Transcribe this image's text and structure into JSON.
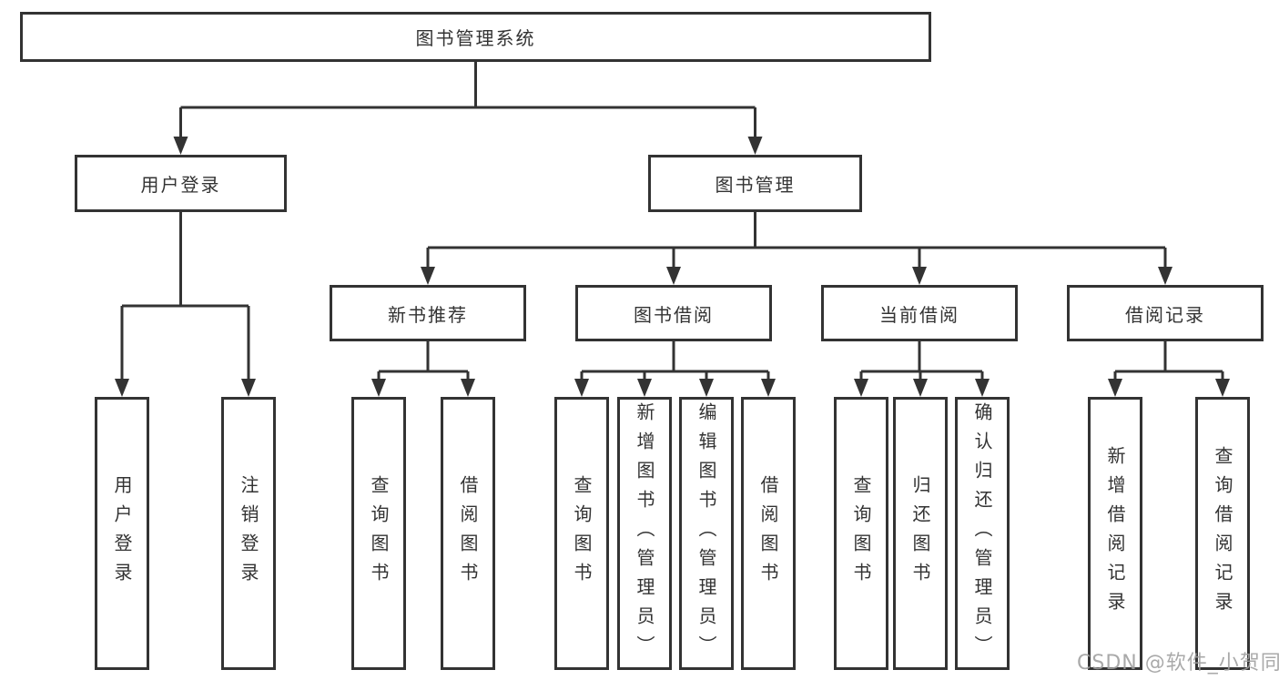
{
  "diagram": {
    "tree": {
      "root": "图书管理系统",
      "children": [
        {
          "label": "用户登录",
          "children": [
            "用户登录",
            "注销登录"
          ]
        },
        {
          "label": "图书管理",
          "children": [
            {
              "label": "新书推荐",
              "children": [
                "查询图书",
                "借阅图书"
              ]
            },
            {
              "label": "图书借阅",
              "children": [
                "查询图书",
                "新增图书（管理员）",
                "编辑图书（管理员）",
                "借阅图书"
              ]
            },
            {
              "label": "当前借阅",
              "children": [
                "查询图书",
                "归还图书",
                "确认归还（管理员）"
              ]
            },
            {
              "label": "借阅记录",
              "children": [
                "新增借阅记录",
                "查询借阅记录"
              ]
            }
          ]
        }
      ]
    },
    "colors": {
      "line": "#333333",
      "box_border": "#333333",
      "box_fill": "#ffffff",
      "text": "#333333",
      "watermark": "#9e9e9e"
    }
  },
  "watermark": "CSDN @软件_小贺同学"
}
